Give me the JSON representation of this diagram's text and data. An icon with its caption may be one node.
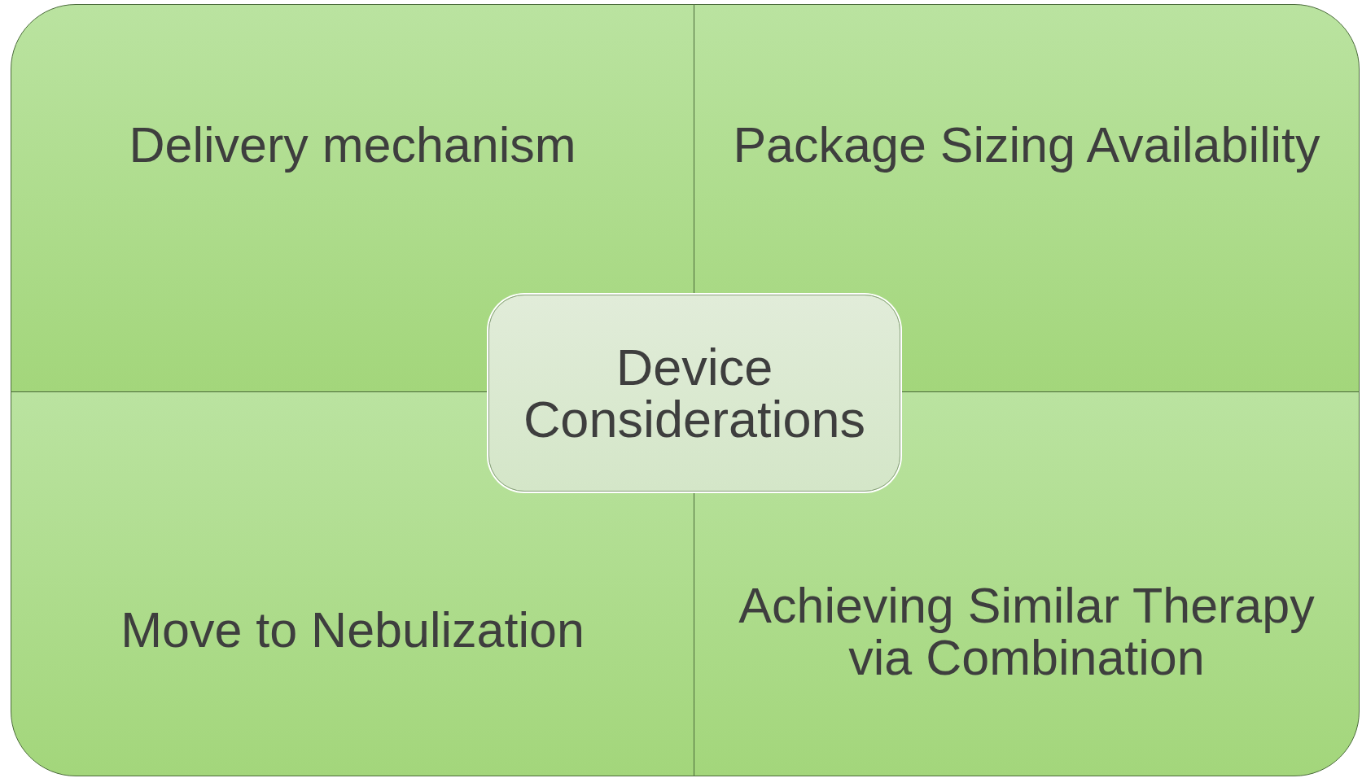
{
  "diagram": {
    "nodes": [
      {
        "text": [
          "Delivery mechanism"
        ]
      },
      {
        "text": [
          "Package Sizing Availability"
        ]
      },
      {
        "text": [
          "Device Considerations"
        ]
      },
      {
        "text": [
          "Move to Nebulization"
        ]
      },
      {
        "text": [
          "Achieving Similar Therapy via Combination"
        ]
      }
    ],
    "edges": []
  }
}
